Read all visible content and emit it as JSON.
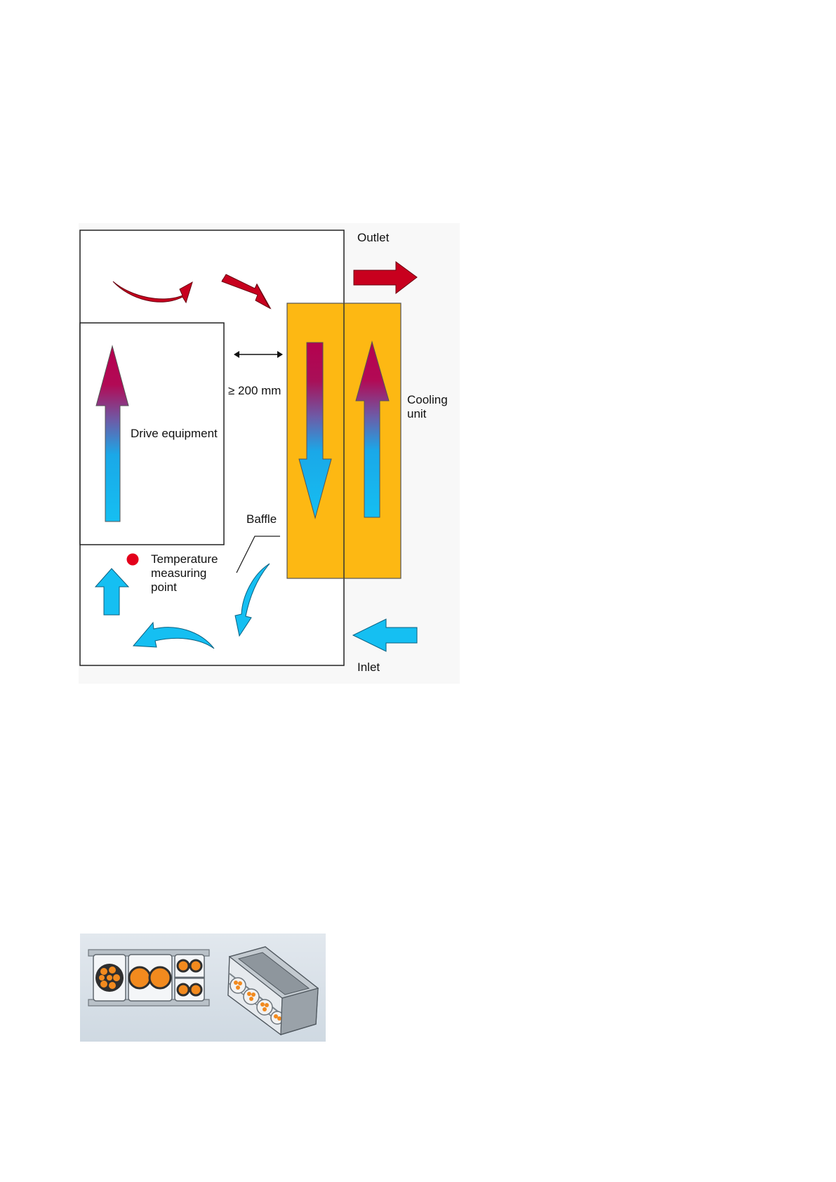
{
  "diagram": {
    "labels": {
      "outlet": "Outlet",
      "inlet": "Inlet",
      "cooling_unit": [
        "Cooling",
        "unit"
      ],
      "drive_equipment": "Drive equipment",
      "clearance": "≥ 200 mm",
      "baffle": "Baffle",
      "temperature_point": [
        "Temperature",
        "measuring",
        "point"
      ]
    },
    "colors": {
      "hot_air": "#c8001e",
      "cool_air": "#00b4f0",
      "cooling_unit": "#fdb813",
      "temperature_dot": "#e3001b"
    }
  },
  "photo": {
    "icons": [
      "cable-carrier-cross-section-icon",
      "cable-carrier-module-icon"
    ]
  }
}
